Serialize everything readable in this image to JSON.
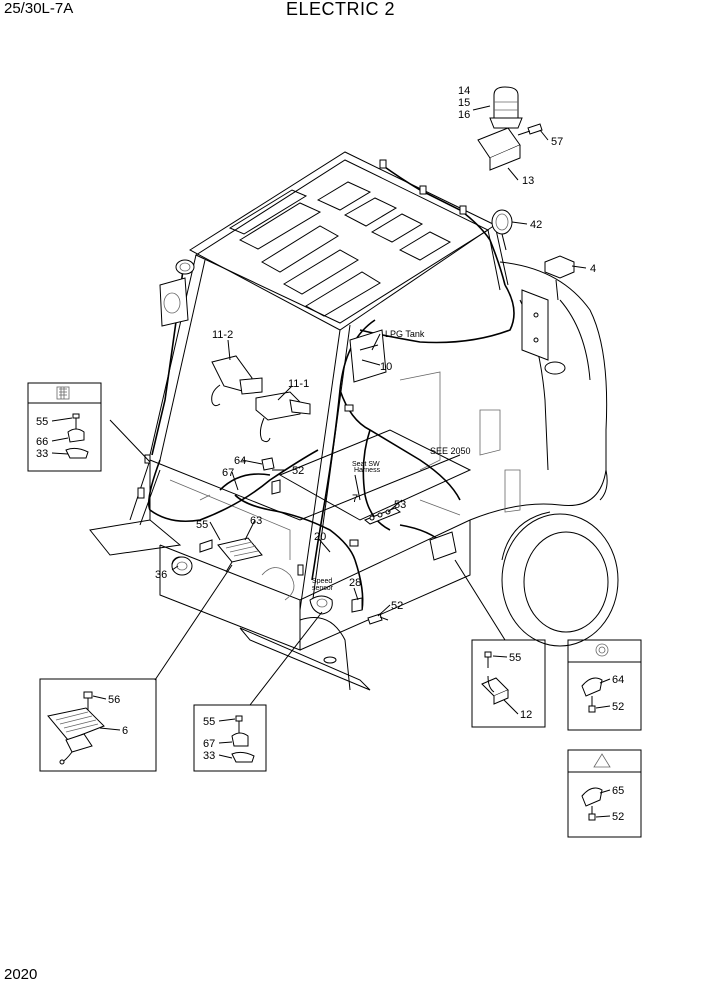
{
  "header": {
    "model": "25/30L-7A",
    "title": "ELECTRIC 2"
  },
  "footer": {
    "page_number": "2020"
  },
  "callouts": {
    "c14": "14",
    "c15": "15",
    "c16": "16",
    "c57": "57",
    "c13": "13",
    "c42": "42",
    "c4": "4",
    "c11_2": "11-2",
    "c11_1": "11-1",
    "c10": "10",
    "c64": "64",
    "c67": "67",
    "c52a": "52",
    "c7": "7",
    "c53": "53",
    "c55": "55",
    "c63": "63",
    "c20": "20",
    "c36": "36",
    "c28": "28",
    "c52b": "52"
  },
  "annotations": {
    "lpg_tank": "LPG Tank",
    "see_2050": "SEE 2050",
    "seat_sw_1": "Seat SW",
    "seat_sw_2": "Harness",
    "speed_1": "Speed",
    "speed_2": "sensor"
  },
  "insets": {
    "left_clamp": {
      "l55": "55",
      "l66": "66",
      "l33": "33"
    },
    "pedal": {
      "l56": "56",
      "l6": "6"
    },
    "bottom_clamp": {
      "l55": "55",
      "l67": "67",
      "l33": "33"
    },
    "bracket": {
      "l55": "55",
      "l12": "12"
    },
    "clip_round": {
      "l64": "64",
      "l52": "52"
    },
    "clip_triangle": {
      "l65": "65",
      "l52": "52"
    }
  }
}
